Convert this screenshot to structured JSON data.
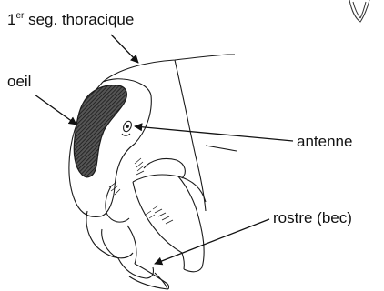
{
  "labels": {
    "segment_number": "1",
    "segment_superscript": "er",
    "segment_text": " seg. thoracique",
    "eye": "oeil",
    "antenna": "antenne",
    "rostrum": "rostre (bec)"
  },
  "colors": {
    "ink": "#1a1a1a",
    "eye_fill": "#444444",
    "background": "#ffffff"
  }
}
